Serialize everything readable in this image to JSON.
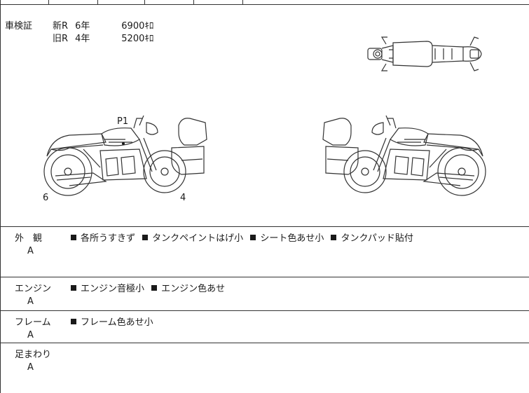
{
  "registration": {
    "label": "車検証",
    "rows": [
      {
        "type": "新R",
        "years": "6年",
        "value": "6900ｷﾛ"
      },
      {
        "type": "旧R",
        "years": "4年",
        "value": "5200ｷﾛ"
      }
    ]
  },
  "markers": {
    "p1": "P1",
    "left_num": "6",
    "right_num": "4"
  },
  "sections": [
    {
      "title": "外　観",
      "grade": "A",
      "items": [
        "各所うすきず",
        "タンクペイントはげ小",
        "シート色あせ小",
        "タンクパッド貼付"
      ]
    },
    {
      "title": "エンジン",
      "grade": "A",
      "items": [
        "エンジン音極小",
        "エンジン色あせ"
      ]
    },
    {
      "title": "フレーム",
      "grade": "A",
      "items": [
        "フレーム色あせ小"
      ]
    },
    {
      "title": "足まわり",
      "grade": "A",
      "items": []
    }
  ]
}
